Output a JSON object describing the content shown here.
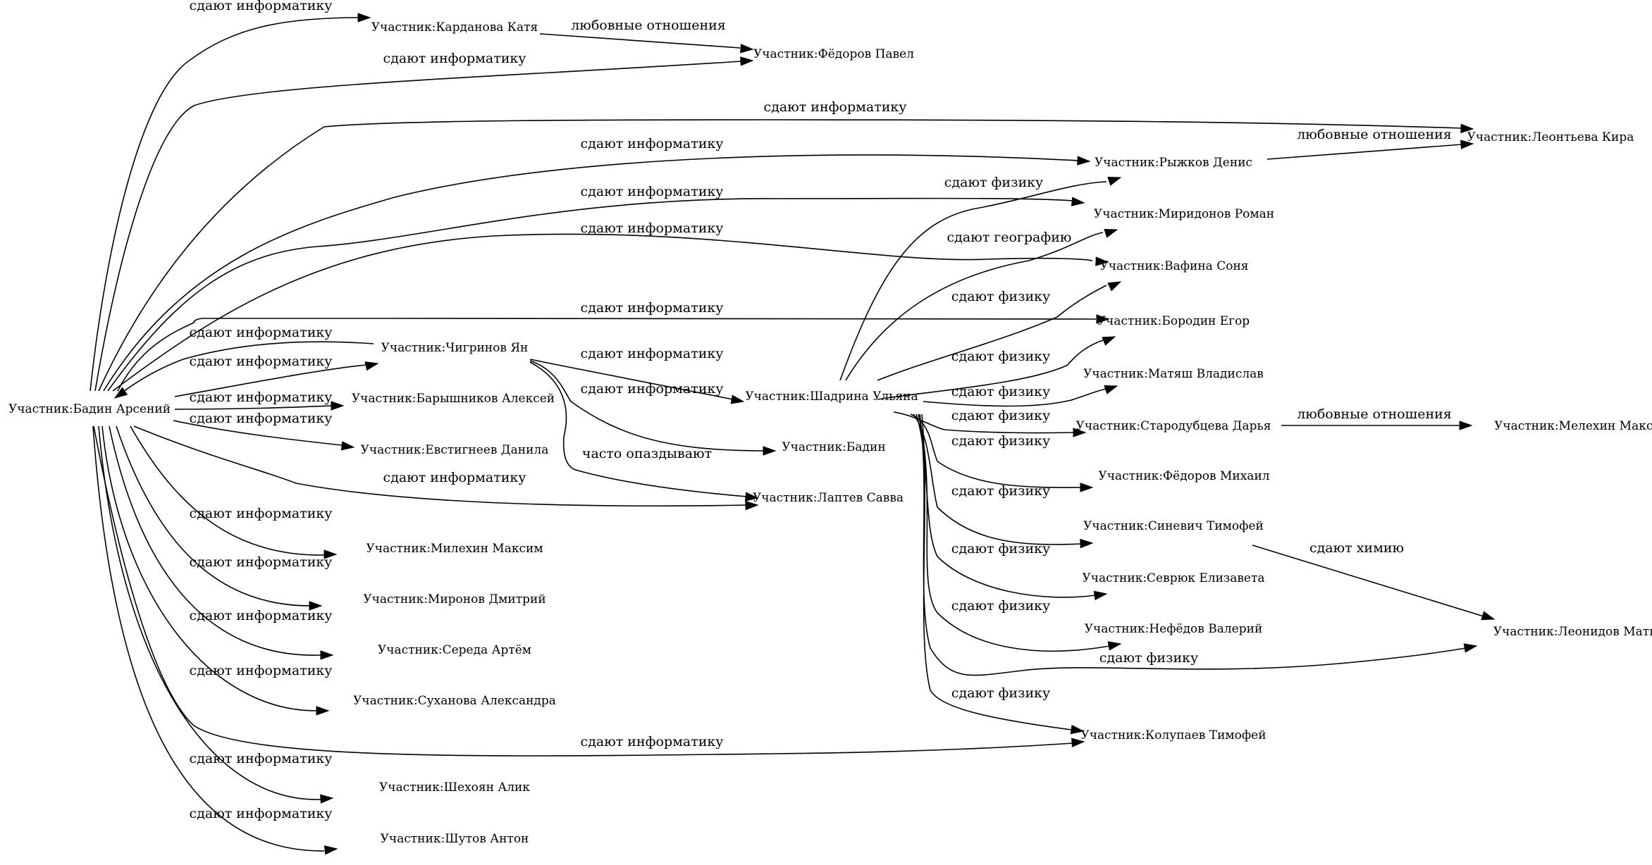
{
  "graph": {
    "type": "directed",
    "nodes": [
      {
        "id": "badin_arseniy",
        "label": "Участник:Бадин Арсений"
      },
      {
        "id": "kardanova",
        "label": "Участник:Карданова Катя"
      },
      {
        "id": "fedorov_pavel",
        "label": "Участник:Фёдоров Павел"
      },
      {
        "id": "leontyeva",
        "label": "Участник:Леонтьева Кира"
      },
      {
        "id": "ryzhkov",
        "label": "Участник:Рыжков Денис"
      },
      {
        "id": "miridonov",
        "label": "Участник:Миридонов Роман"
      },
      {
        "id": "vafina",
        "label": "Участник:Вафина Соня"
      },
      {
        "id": "borodin",
        "label": "Участник:Бородин Егор"
      },
      {
        "id": "chigrinov",
        "label": "Участник:Чигринов Ян"
      },
      {
        "id": "matyash",
        "label": "Участник:Матяш Владислав"
      },
      {
        "id": "baryshnikov",
        "label": "Участник:Барышников Алексей"
      },
      {
        "id": "shadrina",
        "label": "Участник:Шадрина Ульяна"
      },
      {
        "id": "starodubtseva",
        "label": "Участник:Стародубцева Дарья"
      },
      {
        "id": "melekhin",
        "label": "Участник:Мелехин Максим"
      },
      {
        "id": "evstigneev",
        "label": "Участник:Евстигнеев Данила"
      },
      {
        "id": "badin",
        "label": "Участник:Бадин"
      },
      {
        "id": "fedorov_mikhail",
        "label": "Участник:Фёдоров Михаил"
      },
      {
        "id": "laptev",
        "label": "Участник:Лаптев Савва"
      },
      {
        "id": "sinevich",
        "label": "Участник:Синевич Тимофей"
      },
      {
        "id": "milekhin",
        "label": "Участник:Милехин Максим"
      },
      {
        "id": "leonidov",
        "label": "Участник:Леонидов Матвей"
      },
      {
        "id": "sevryuk",
        "label": "Участник:Севрюк Елизавета"
      },
      {
        "id": "mironov",
        "label": "Участник:Миронов Дмитрий"
      },
      {
        "id": "nefedov",
        "label": "Участник:Нефёдов Валерий"
      },
      {
        "id": "sereda",
        "label": "Участник:Середа Артём"
      },
      {
        "id": "sukhanova",
        "label": "Участник:Суханова Александра"
      },
      {
        "id": "kolupaev",
        "label": "Участник:Колупаев Тимофей"
      },
      {
        "id": "shekhoyan",
        "label": "Участник:Шехоян Алик"
      },
      {
        "id": "shutov",
        "label": "Участник:Шутов Антон"
      }
    ],
    "edges": [
      {
        "from": "badin_arseniy",
        "to": "kardanova",
        "label": "сдают информатику"
      },
      {
        "from": "kardanova",
        "to": "fedorov_pavel",
        "label": "любовные отношения"
      },
      {
        "from": "badin_arseniy",
        "to": "fedorov_pavel",
        "label": "сдают информатику"
      },
      {
        "from": "badin_arseniy",
        "to": "leontyeva",
        "label": "сдают информатику"
      },
      {
        "from": "ryzhkov",
        "to": "leontyeva",
        "label": "любовные отношения"
      },
      {
        "from": "badin_arseniy",
        "to": "ryzhkov",
        "label": "сдают информатику"
      },
      {
        "from": "shadrina",
        "to": "ryzhkov",
        "label": "сдают физику"
      },
      {
        "from": "badin_arseniy",
        "to": "miridonov",
        "label": "сдают информатику"
      },
      {
        "from": "shadrina",
        "to": "miridonov",
        "label": "сдают географию"
      },
      {
        "from": "badin_arseniy",
        "to": "vafina",
        "label": "сдают информатику"
      },
      {
        "from": "shadrina",
        "to": "vafina",
        "label": "сдают физику"
      },
      {
        "from": "badin_arseniy",
        "to": "borodin",
        "label": "сдают информатику"
      },
      {
        "from": "shadrina",
        "to": "borodin",
        "label": "сдают физику"
      },
      {
        "from": "chigrinov",
        "to": "badin_arseniy",
        "label": "сдают информатику"
      },
      {
        "from": "badin_arseniy",
        "to": "chigrinov",
        "label": "сдают информатику"
      },
      {
        "from": "badin_arseniy",
        "to": "baryshnikov",
        "label": "сдают информатику"
      },
      {
        "from": "badin_arseniy",
        "to": "evstigneev",
        "label": "сдают информатику"
      },
      {
        "from": "chigrinov",
        "to": "shadrina",
        "label": "сдают информатику"
      },
      {
        "from": "chigrinov",
        "to": "badin",
        "label": "сдают информатику"
      },
      {
        "from": "chigrinov",
        "to": "laptev",
        "label": "часто опаздывают"
      },
      {
        "from": "badin_arseniy",
        "to": "laptev",
        "label": "сдают информатику"
      },
      {
        "from": "shadrina",
        "to": "matyash",
        "label": "сдают физику"
      },
      {
        "from": "shadrina",
        "to": "starodubtseva",
        "label": "сдают физику"
      },
      {
        "from": "starodubtseva",
        "to": "melekhin",
        "label": "любовные отношения"
      },
      {
        "from": "shadrina",
        "to": "fedorov_mikhail",
        "label": "сдают физику"
      },
      {
        "from": "shadrina",
        "to": "sinevich",
        "label": "сдают физику"
      },
      {
        "from": "sinevich",
        "to": "leonidov",
        "label": "сдают химию"
      },
      {
        "from": "shadrina",
        "to": "sevryuk",
        "label": "сдают физику"
      },
      {
        "from": "shadrina",
        "to": "nefedov",
        "label": "сдают физику"
      },
      {
        "from": "shadrina",
        "to": "leonidov",
        "label": "сдают физику"
      },
      {
        "from": "shadrina",
        "to": "kolupaev",
        "label": "сдают физику"
      },
      {
        "from": "badin_arseniy",
        "to": "kolupaev",
        "label": "сдают информатику"
      },
      {
        "from": "badin_arseniy",
        "to": "milekhin",
        "label": "сдают информатику"
      },
      {
        "from": "badin_arseniy",
        "to": "mironov",
        "label": "сдают информатику"
      },
      {
        "from": "badin_arseniy",
        "to": "sereda",
        "label": "сдают информатику"
      },
      {
        "from": "badin_arseniy",
        "to": "sukhanova",
        "label": "сдают информатику"
      },
      {
        "from": "badin_arseniy",
        "to": "shekhoyan",
        "label": "сдают информатику"
      },
      {
        "from": "badin_arseniy",
        "to": "shutov",
        "label": "сдают информатику"
      }
    ]
  }
}
